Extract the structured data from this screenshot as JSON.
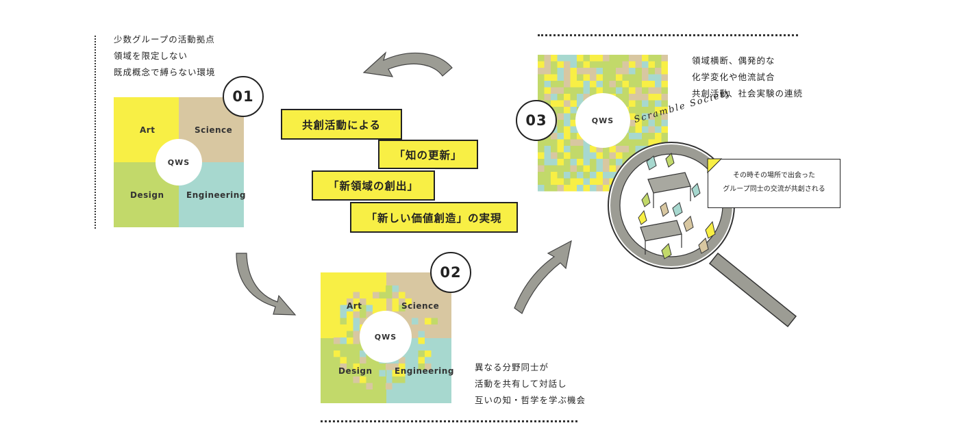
{
  "section1": {
    "caption": [
      "少数グループの活動拠点",
      "領域を限定しない",
      "既成概念で縛らない環境"
    ],
    "number": "01",
    "center": "QWS",
    "quadrants": [
      "Art",
      "Science",
      "Design",
      "Engineering"
    ]
  },
  "section2": {
    "caption": [
      "異なる分野同士が",
      "活動を共有して対話し",
      "互いの知・哲学を学ぶ機会"
    ],
    "number": "02",
    "center": "QWS",
    "quadrants": [
      "Art",
      "Science",
      "Design",
      "Engineering"
    ]
  },
  "section3": {
    "caption": [
      "領域横断、偶発的な",
      "化学変化や他流試合",
      "共創活動、社会実験の連続"
    ],
    "number": "03",
    "center": "QWS",
    "script_label": "Scramble Society",
    "note": [
      "その時その場所で出会った",
      "グループ同士の交流が共創される"
    ]
  },
  "boxes": [
    "共創活動による",
    "「知の更新」",
    "「新領域の創出」",
    "「新しい価値創造」の実現"
  ],
  "colors": {
    "yellow": "#f8ef45",
    "beige": "#d8c7a1",
    "green": "#c2d96a",
    "teal": "#a7d8cf",
    "arrow": "#9c9c94"
  }
}
